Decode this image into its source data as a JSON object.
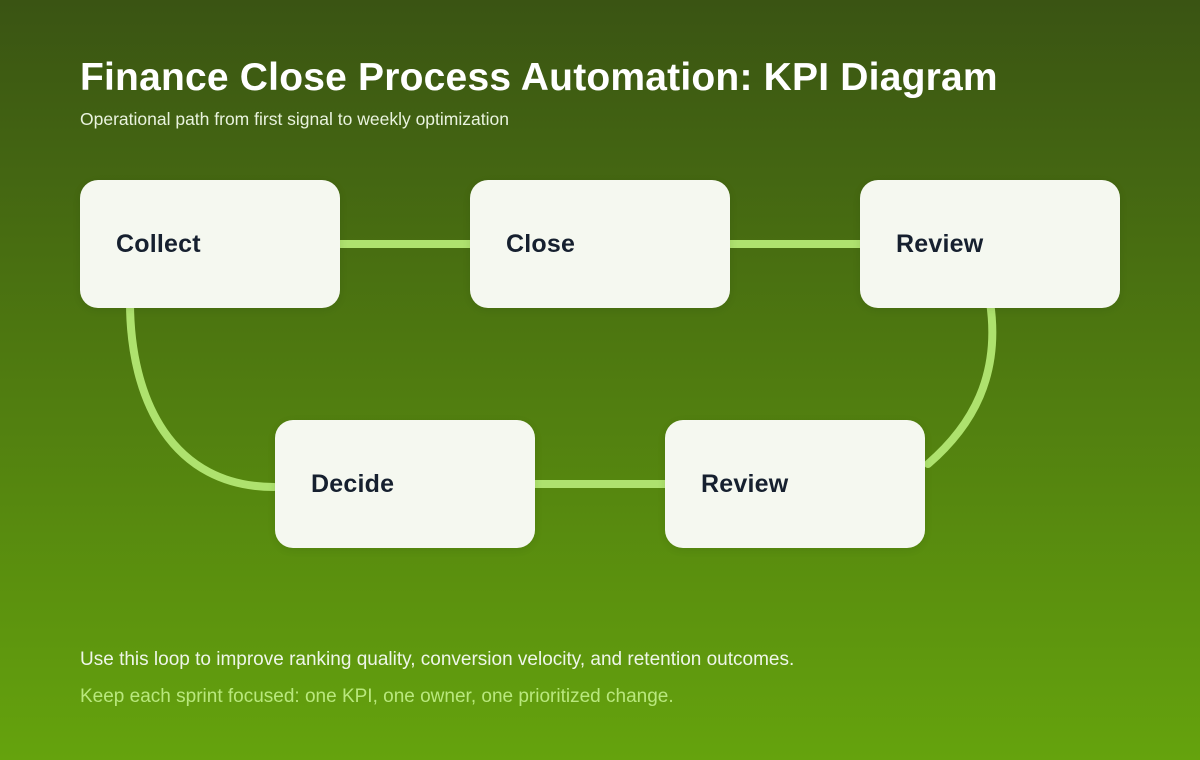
{
  "header": {
    "title": "Finance Close Process Automation: KPI Diagram",
    "subtitle": "Operational path from first signal to weekly optimization"
  },
  "nodes": [
    {
      "id": "collect",
      "label": "Collect",
      "row": "top"
    },
    {
      "id": "close",
      "label": "Close",
      "row": "top"
    },
    {
      "id": "review-top",
      "label": "Review",
      "row": "top"
    },
    {
      "id": "decide",
      "label": "Decide",
      "row": "bottom"
    },
    {
      "id": "review-bottom",
      "label": "Review",
      "row": "bottom"
    }
  ],
  "connections": [
    {
      "from": "collect",
      "to": "close",
      "shape": "straight"
    },
    {
      "from": "close",
      "to": "review-top",
      "shape": "straight"
    },
    {
      "from": "review-top",
      "to": "review-bottom",
      "shape": "curve-right"
    },
    {
      "from": "review-bottom",
      "to": "decide",
      "shape": "straight"
    },
    {
      "from": "decide",
      "to": "collect",
      "shape": "curve-left"
    }
  ],
  "footer": {
    "line1": "Use this loop to improve ranking quality, conversion velocity, and retention outcomes.",
    "line2": "Keep each sprint focused: one KPI, one owner, one prioritized change."
  },
  "colors": {
    "background_top": "#3a5413",
    "background_bottom": "#65a30d",
    "connector": "#aee26e",
    "node_background": "#f5f8f0",
    "node_text": "#16202f",
    "title_text": "#ffffff",
    "subtitle_text": "#e9f3de",
    "footer_primary": "#eef6e8",
    "footer_accent": "#b9e87d"
  }
}
